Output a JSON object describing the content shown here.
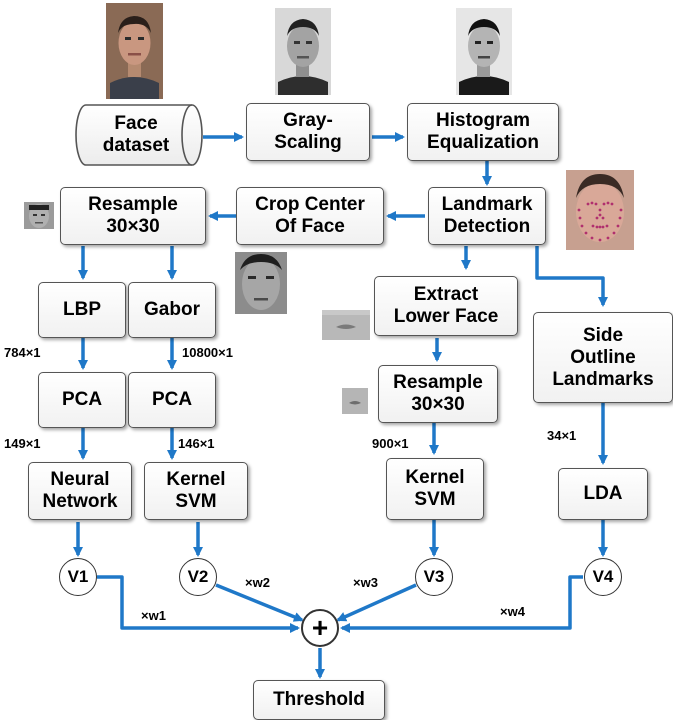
{
  "nodes": {
    "face_dataset": [
      "Face",
      "dataset"
    ],
    "gray_scaling": [
      "Gray-",
      "Scaling"
    ],
    "hist_eq": [
      "Histogram",
      "Equalization"
    ],
    "landmark": [
      "Landmark",
      "Detection"
    ],
    "crop": [
      "Crop Center",
      "Of Face"
    ],
    "resample1": [
      "Resample",
      "30×30"
    ],
    "lbp": "LBP",
    "gabor": "Gabor",
    "pca1": "PCA",
    "pca2": "PCA",
    "nn": [
      "Neural",
      "Network"
    ],
    "svm1": [
      "Kernel",
      "SVM"
    ],
    "extract": [
      "Extract",
      "Lower Face"
    ],
    "resample2": [
      "Resample",
      "30×30"
    ],
    "svm2": [
      "Kernel",
      "SVM"
    ],
    "side": [
      "Side",
      "Outline",
      "Landmarks"
    ],
    "lda": "LDA",
    "v1": "V1",
    "v2": "V2",
    "v3": "V3",
    "v4": "V4",
    "sum": "+",
    "threshold": "Threshold"
  },
  "labels": {
    "d784": "784×1",
    "d10800": "10800×1",
    "d149": "149×1",
    "d146": "146×1",
    "d900": "900×1",
    "d34": "34×1",
    "w1": "×w1",
    "w2": "×w2",
    "w3": "×w3",
    "w4": "×w4"
  },
  "colors": {
    "arrow": "#1f78c8",
    "box_border": "#555555"
  }
}
